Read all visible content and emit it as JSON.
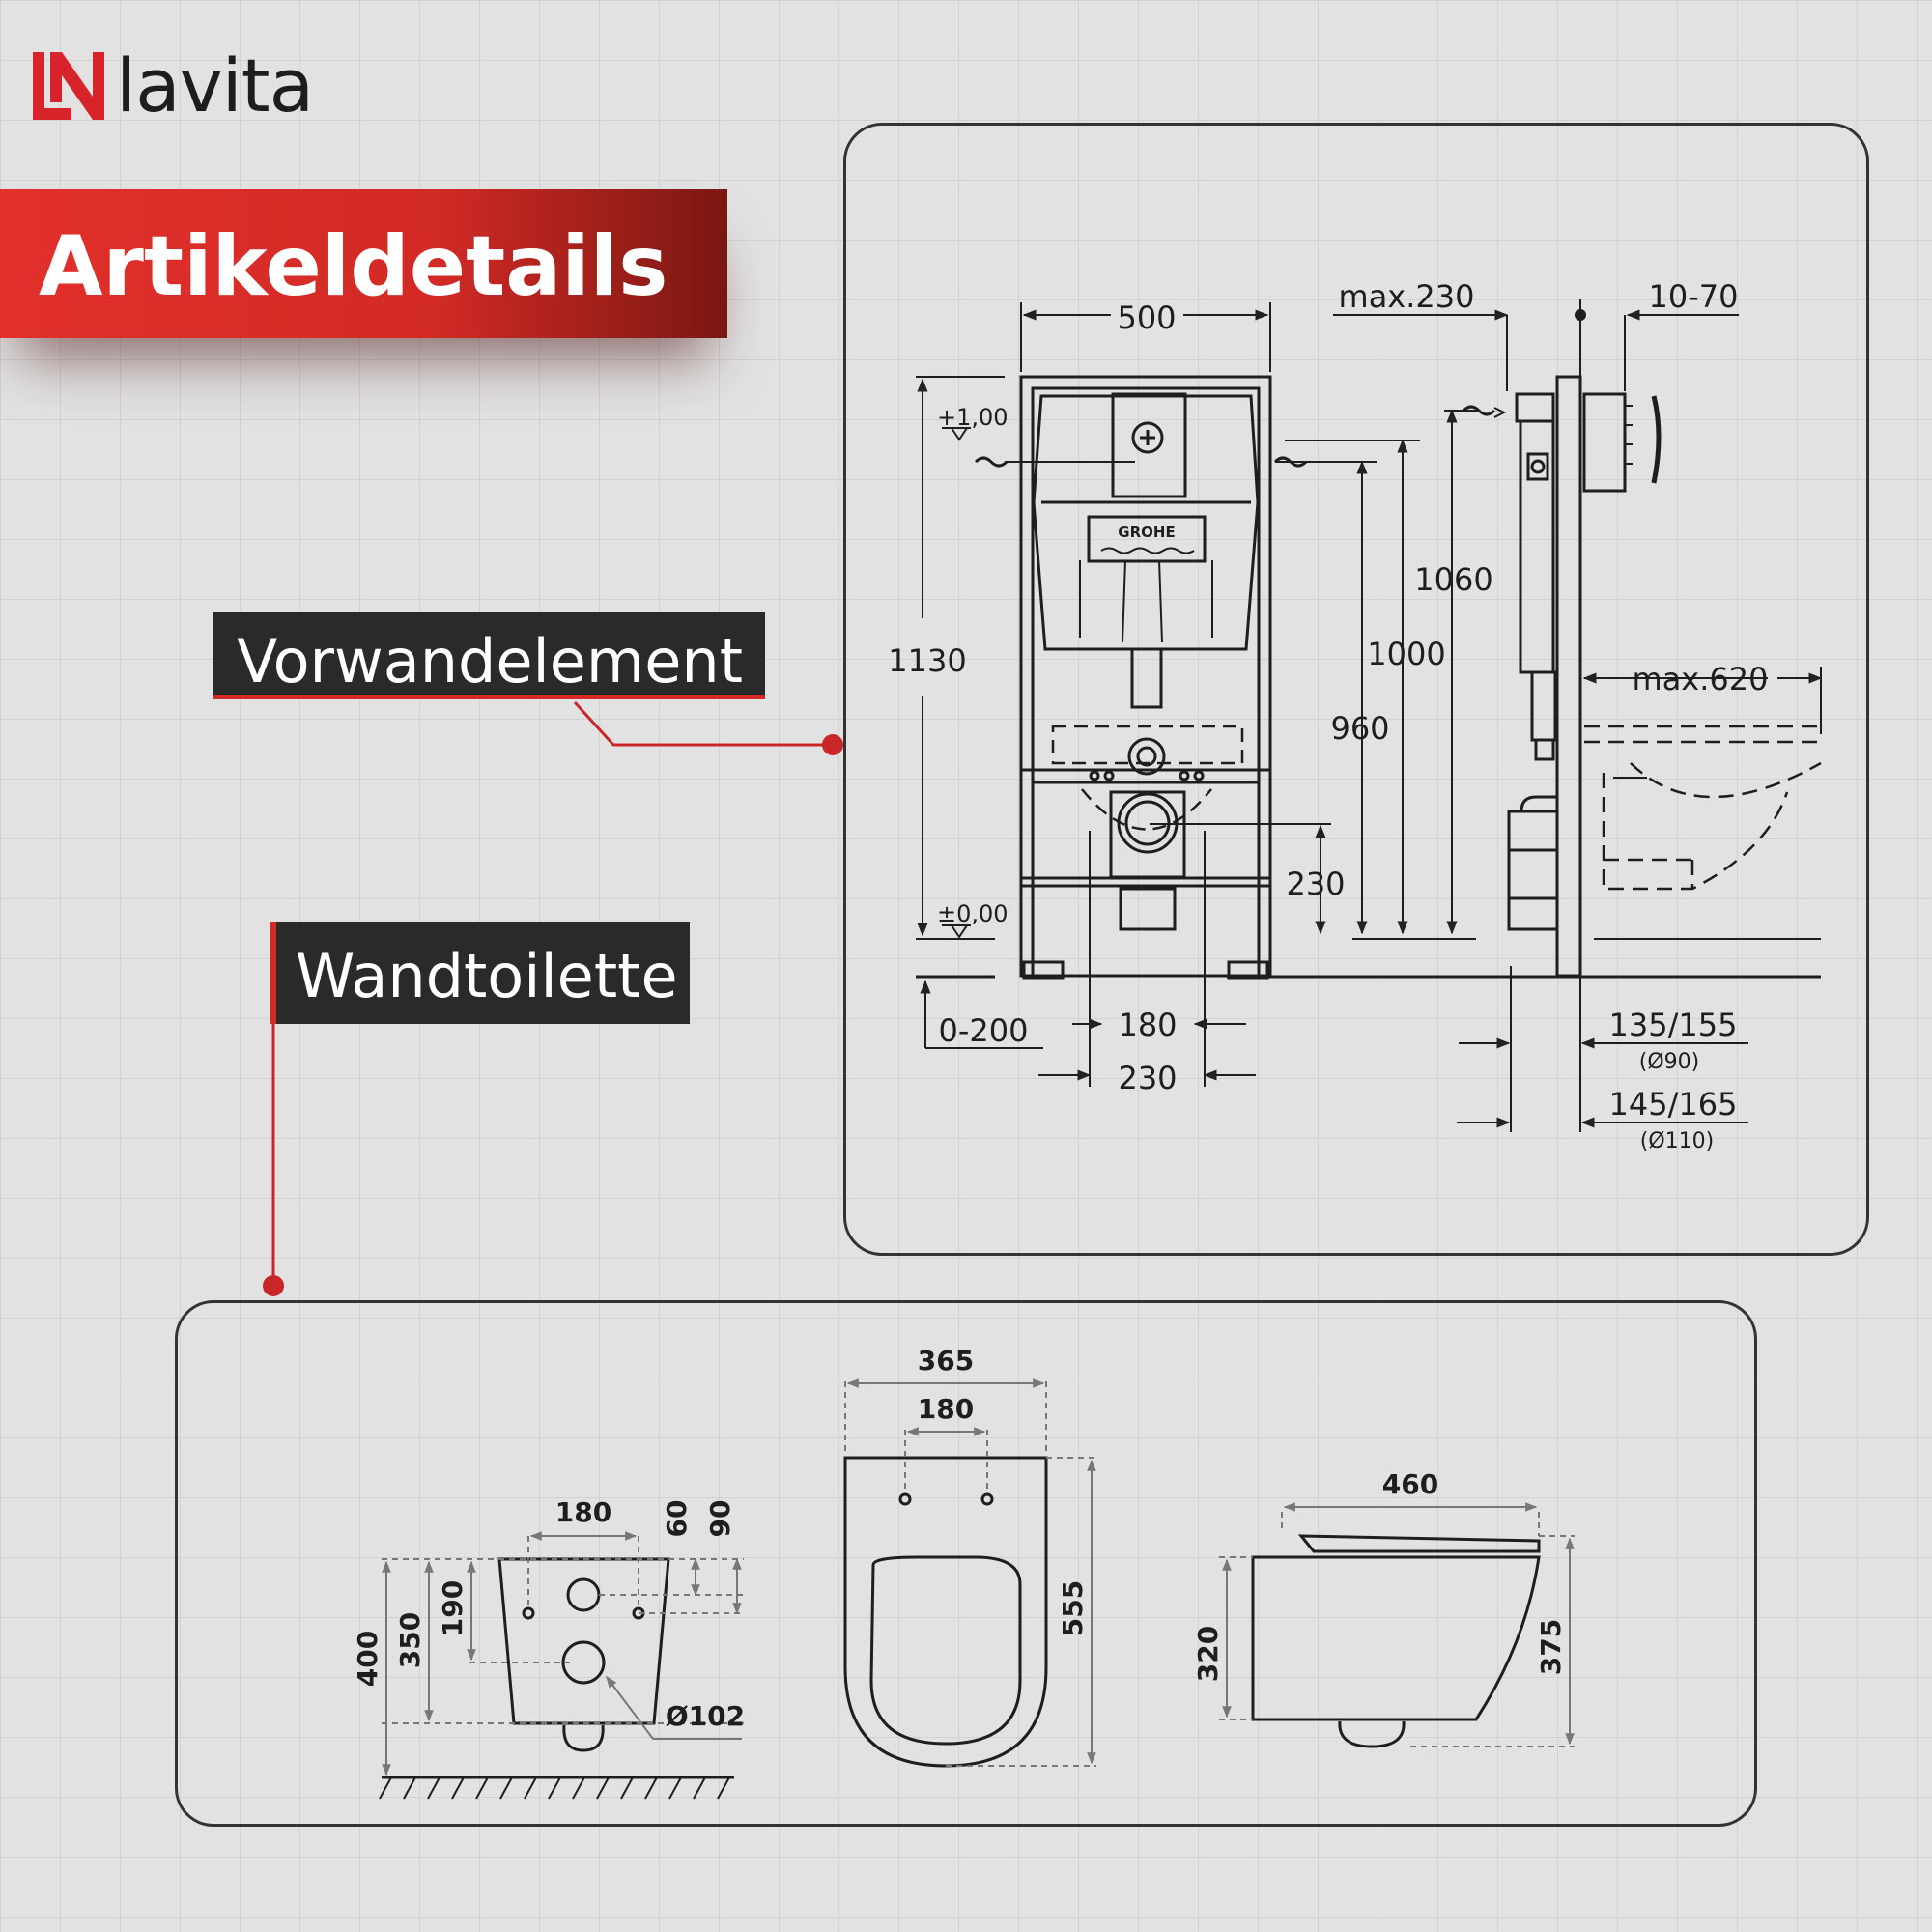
{
  "brand": {
    "name": "lavita",
    "logo_icon": "lavita-logo-icon",
    "accent_color": "#e2302b"
  },
  "title": "Artikeldetails",
  "labels": {
    "vorwandelement": "Vorwandelement",
    "wandtoilette": "Wandtoilette"
  },
  "frame_drawing": {
    "dims": {
      "width": "500",
      "max230": "max.230",
      "r1070": "10-70",
      "plus100": "+1,00",
      "pm000": "±0,00",
      "h1130": "1130",
      "h1060": "1060",
      "h1000": "1000",
      "h960": "960",
      "h230": "230",
      "max620": "max.620",
      "r0200": "0-200",
      "w180": "180",
      "w230": "230",
      "d135": "135/155",
      "d90": "(Ø90)",
      "d145": "145/165",
      "d110": "(Ø110)"
    },
    "tank_brand": "GROHE"
  },
  "toilet_drawing": {
    "back": {
      "w180": "180",
      "h60": "60",
      "h90": "90",
      "h190": "190",
      "h350": "350",
      "h400": "400",
      "pipe": "Ø102"
    },
    "top": {
      "w365": "365",
      "w180": "180",
      "h555": "555"
    },
    "side": {
      "w460": "460",
      "h320": "320",
      "h375": "375"
    }
  }
}
